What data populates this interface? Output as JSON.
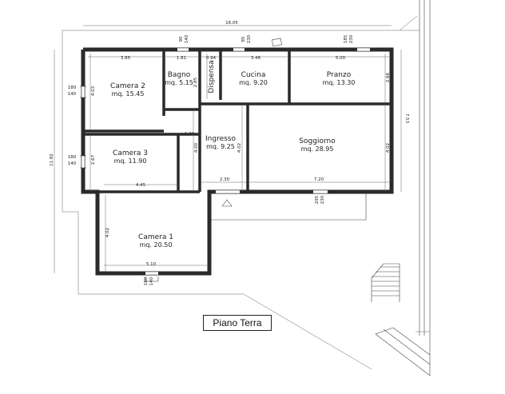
{
  "title": "Piano Terra",
  "rooms": [
    {
      "id": "camera2",
      "name": "Camera 2",
      "area": "mq. 15.45"
    },
    {
      "id": "bagno",
      "name": "Bagno",
      "area": "mq. 5.15"
    },
    {
      "id": "dispensa",
      "name": "Dispensa",
      "area": ""
    },
    {
      "id": "cucina",
      "name": "Cucina",
      "area": "mq. 9.20"
    },
    {
      "id": "pranzo",
      "name": "Pranzo",
      "area": "mq. 13.30"
    },
    {
      "id": "camera3",
      "name": "Camera 3",
      "area": "mq. 11.90"
    },
    {
      "id": "ingresso",
      "name": "Ingresso",
      "area": "mq. 9.25"
    },
    {
      "id": "soggiorno",
      "name": "Soggiorno",
      "area": "mq. 28.95"
    },
    {
      "id": "camera1",
      "name": "Camera 1",
      "area": "mq. 20.50"
    }
  ],
  "dimensions": {
    "overall_width": "16.05",
    "overall_depth": "11.82",
    "right_depth": "7.53",
    "camera2_width": "3.85",
    "bagno_width": "1.81",
    "dispensa_width": "0.94",
    "cucina_width": "3.46",
    "pranzo_width": "5.00",
    "camera2_depth": "4.03",
    "bagno_depth": "2.85",
    "pranzo_depth": "2.66",
    "corridor_width": "1.20",
    "camera3_depth": "2.67",
    "camera3_width": "4.45",
    "ingresso_depth_left": "4.00",
    "ingresso_depth_right": "4.02",
    "ingresso_width": "2.30",
    "soggiorno_width": "7.20",
    "soggiorno_depth": "4.02",
    "camera1_depth": "4.02",
    "camera1_width": "5.10",
    "win_camera2_a": "180",
    "win_camera2_b": "140",
    "win_camera3_a": "180",
    "win_camera3_b": "140",
    "win_bagno_a": "90",
    "win_bagno_b": "140",
    "win_cucina_a": "85",
    "win_cucina_b": "230",
    "win_pranzo_a": "185",
    "win_pranzo_b": "230",
    "win_soggiorno_a": "295",
    "win_soggiorno_b": "230",
    "win_camera1_a": "180",
    "win_camera1_b": "140"
  }
}
